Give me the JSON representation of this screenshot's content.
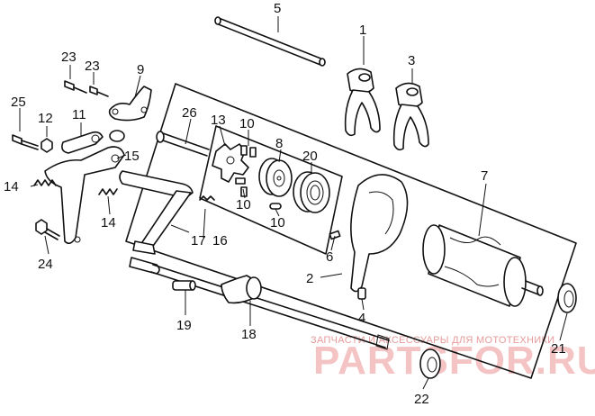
{
  "diagram": {
    "labels": {
      "l1": "1",
      "l2": "2",
      "l3": "3",
      "l4": "4",
      "l5": "5",
      "l6": "6",
      "l7": "7",
      "l8": "8",
      "l9": "9",
      "l10a": "10",
      "l10b": "10",
      "l10c": "10",
      "l11": "11",
      "l12": "12",
      "l13": "13",
      "l14a": "14",
      "l14b": "14",
      "l15": "15",
      "l16": "16",
      "l17": "17",
      "l18": "18",
      "l19": "19",
      "l20": "20",
      "l21": "21",
      "l22": "22",
      "l23a": "23",
      "l23b": "23",
      "l24": "24",
      "l25": "25",
      "l26": "26"
    }
  },
  "watermark": {
    "line1": "ЗАПЧАСТИ И АКСЕССУАРЫ ДЛЯ МОТОТЕХНИКИ",
    "line2": "PARTSFOR.RU"
  }
}
